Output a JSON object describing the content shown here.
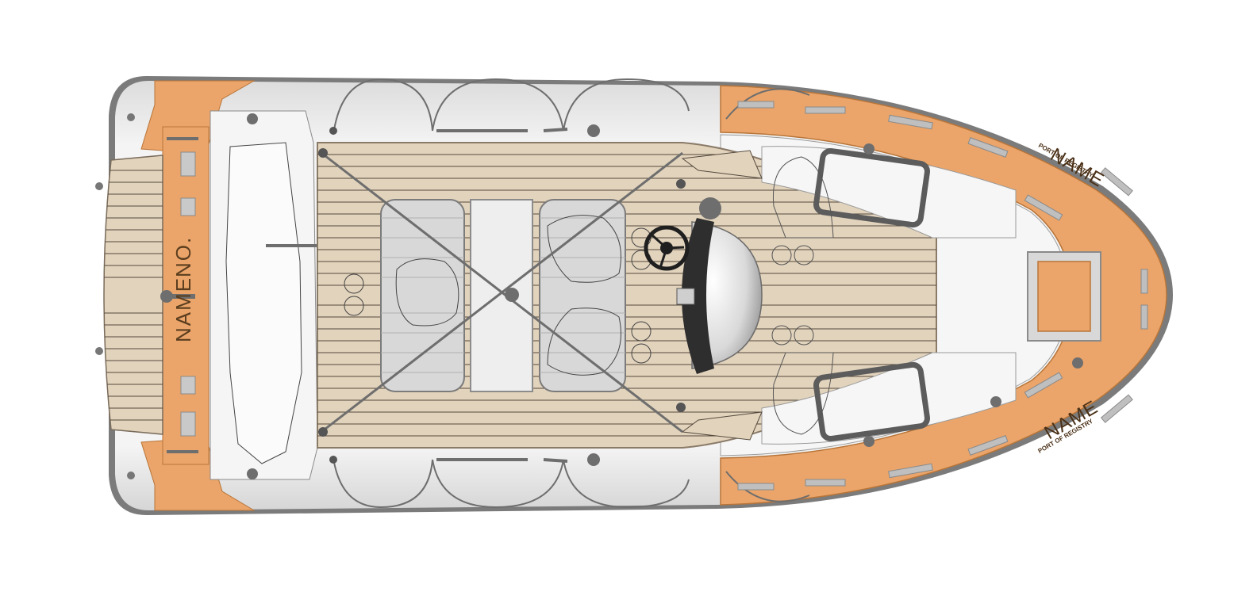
{
  "labels": {
    "transom_name": "NAME",
    "transom_no": "NO.",
    "bow_name_top": "NAME",
    "bow_name_bottom": "NAME",
    "bow_port_top": "PORT OF REGISTRY",
    "bow_port_bottom": "PORT OF REGISTRY"
  },
  "colors": {
    "background": "#ffffff",
    "orange_hull": "#eba56a",
    "orange_dark": "#d98a45",
    "teak_deck": "#e2d3bc",
    "teak_seam": "#54493d",
    "hull_white": "#f2f2f2",
    "hull_grey": "#8a8a8a",
    "fender": "#6e6e6e",
    "console_dark": "#2e2e2e"
  }
}
